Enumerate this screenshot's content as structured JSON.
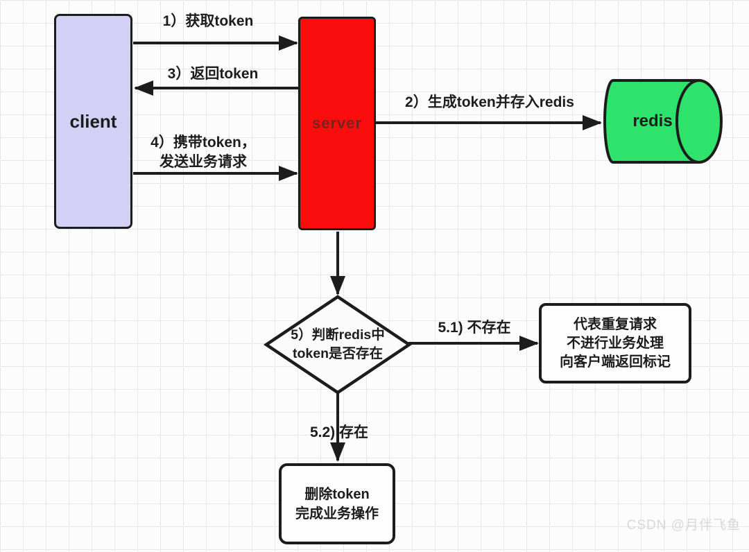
{
  "diagram": {
    "nodes": {
      "client": {
        "label": "client"
      },
      "server": {
        "label": "server"
      },
      "redis": {
        "label": "redis"
      },
      "decision": {
        "lines": [
          "5）判断redis中",
          "token是否存在"
        ]
      },
      "repeat_box": {
        "lines": [
          "代表重复请求",
          "不进行业务处理",
          "向客户端返回标记"
        ]
      },
      "delete_box": {
        "lines": [
          "删除token",
          "完成业务操作"
        ]
      }
    },
    "edges": {
      "get_token": {
        "label": "1）获取token"
      },
      "store_redis": {
        "label": "2）生成token并存入redis"
      },
      "return_token": {
        "label": "3）返回token"
      },
      "carry_token": {
        "lines": [
          "4）携带token，",
          "发送业务请求"
        ]
      },
      "not_exist": {
        "label": "5.1) 不存在"
      },
      "exist": {
        "label": "5.2) 存在"
      }
    },
    "colors": {
      "client_fill": "#d2d1f5",
      "server_fill": "#fb0d0d",
      "server_text": "#7c2020",
      "redis_fill": "#2ee26c",
      "line": "#1c1c1c",
      "grid_line": "#e7e7ec",
      "canvas_bg": "#fcfcfd",
      "watermark": "#d8d8dc"
    },
    "watermark": "CSDN @月伴飞鱼"
  }
}
